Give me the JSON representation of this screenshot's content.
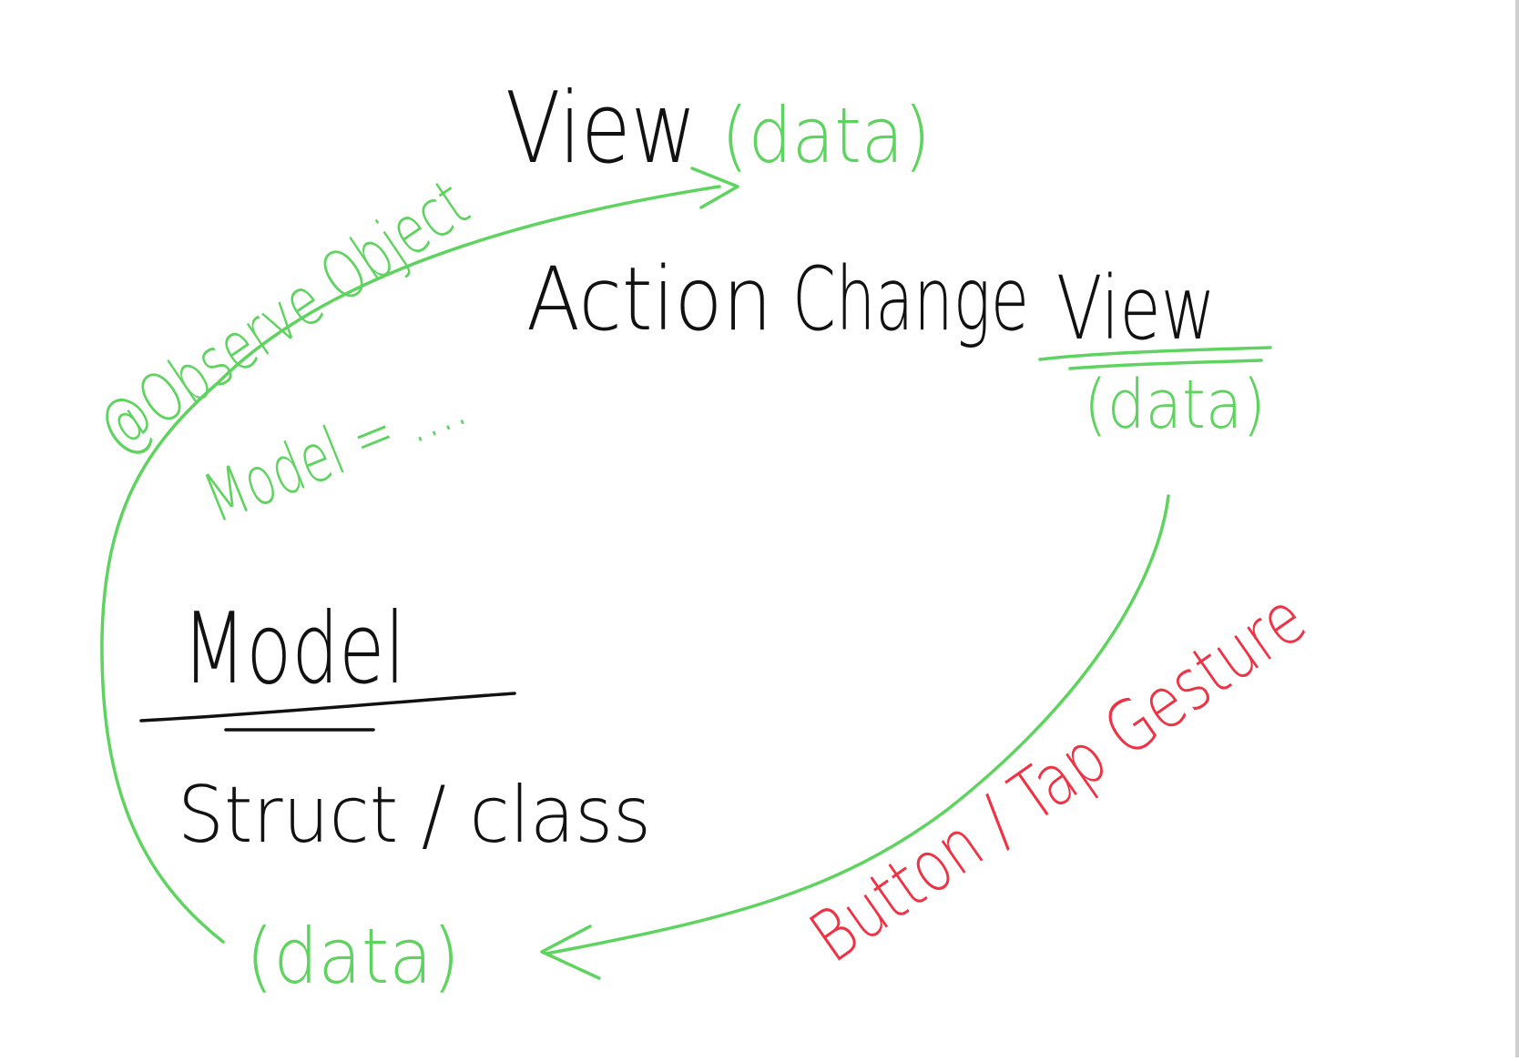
{
  "nodes": {
    "view_top": "View",
    "view_top_data": "(data)",
    "action": "Action",
    "change_view": "Change",
    "view_right": "View",
    "view_right_data": "(data)",
    "model": "Model",
    "struct_class": "Struct / class",
    "model_data": "(data)"
  },
  "edges": {
    "observe": "@Observe Object",
    "model_assign": "Model = ....",
    "button": "Button / Tap Gesture"
  },
  "colors": {
    "ink": "#111111",
    "flow": "#5fd35f",
    "trigger": "#ee3344"
  }
}
